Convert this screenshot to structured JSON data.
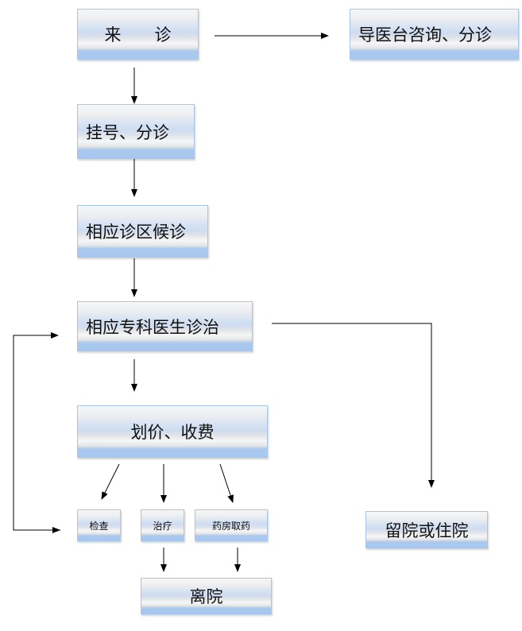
{
  "nodes": {
    "visit": "来　　诊",
    "guide_desk": "导医台咨询、分诊",
    "register": "挂号、分诊",
    "wait": "相应诊区候诊",
    "doctor": "相应专科医生诊治",
    "billing": "划价、收费",
    "exam": "检查",
    "treatment": "治疗",
    "pharmacy": "药房取药",
    "hospitalize": "留院或住院",
    "discharge": "离院"
  }
}
